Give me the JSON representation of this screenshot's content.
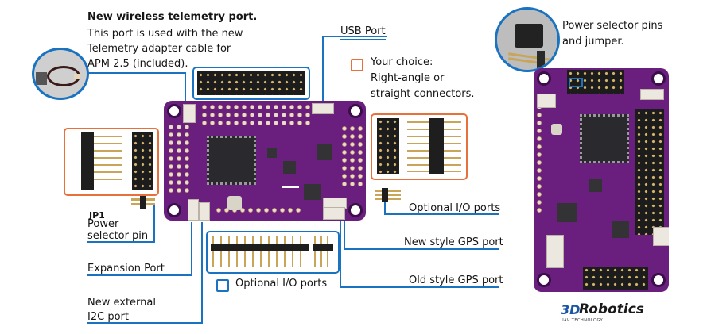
{
  "title": "APM 2.5 board features",
  "annotations": {
    "telemetry": {
      "heading": "New wireless telemetry port.",
      "lines": [
        "This port is used with the new",
        "Telemetry adapter cable for",
        "APM 2.5 (included)."
      ]
    },
    "usb_port": "USB Port",
    "your_choice": {
      "lines": [
        "Your choice:",
        "Right-angle or",
        "straight connectors."
      ]
    },
    "power_selector": {
      "lines": [
        "Power selector pins",
        "and jumper."
      ]
    },
    "jp1": {
      "code": "JP1",
      "lines": [
        "Power",
        "selector pin"
      ]
    },
    "expansion_port": "Expansion Port",
    "i2c_port": {
      "lines": [
        "New external",
        "I2C port"
      ]
    },
    "optional_io_bottom": "Optional I/O ports",
    "optional_io_right": "Optional I/O ports",
    "new_gps": "New style GPS port",
    "old_gps": "Old style GPS port"
  },
  "legend": {
    "orange_meaning": "Your choice: Right-angle or straight connectors.",
    "blue_meaning": "Optional I/O ports"
  },
  "logo": {
    "brand_prefix": "3D",
    "brand_name": "Robotics",
    "tagline": "UAV TECHNOLOGY"
  },
  "colors": {
    "accent_blue": "#1a73c0",
    "accent_orange": "#e8703a",
    "pcb_purple": "#6a1e7e"
  }
}
